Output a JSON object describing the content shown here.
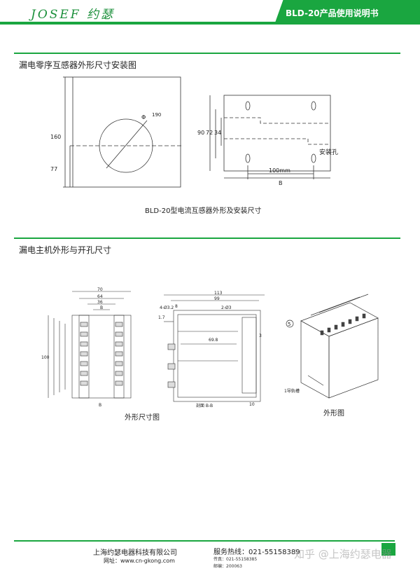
{
  "header": {
    "logo": "JOSEF 约瑟",
    "title": "BLD-20产品使用说明书"
  },
  "section1": {
    "title": "漏电零序互感器外形尺寸安装图",
    "caption": "BLD-20型电流互感器外形及安装尺寸",
    "left_dims": {
      "height": "160",
      "lower": "77",
      "phi": "Φ",
      "diameter": "190"
    },
    "right_dims": {
      "h1": "90",
      "h2": "72",
      "h3": "34",
      "width": "100mm",
      "width_name": "B",
      "hole": "安装孔"
    }
  },
  "section2": {
    "title": "漏电主机外形与开孔尺寸",
    "caption_left": "外形尺寸图",
    "caption_right": "外形图",
    "front_dims": {
      "w1": "70",
      "w2": "64",
      "w3": "36",
      "w4": "B",
      "h1": "100",
      "b_bottom": "B"
    },
    "side_dims": {
      "w1": "113",
      "w2": "99",
      "hole1": "4-Ø3.2",
      "hole2": "2-Ø3",
      "d1": "8",
      "d2": "1.7",
      "d3": "69.8",
      "d4": "3",
      "d5": "10",
      "section": "剖面 B-B"
    },
    "iso_labels": {
      "callout": "5",
      "rail": "1导轨槽"
    }
  },
  "footer": {
    "company": "上海约瑟电器科技有限公司",
    "website": "网址：www.cn-gkong.com",
    "hotline": "服务热线：021-55158389",
    "fax": "传真：021-55158385",
    "zip": "邮编：200063",
    "watermark": "知乎 @上海约瑟电器"
  },
  "colors": {
    "accent": "#1aa640",
    "line": "#333333"
  }
}
